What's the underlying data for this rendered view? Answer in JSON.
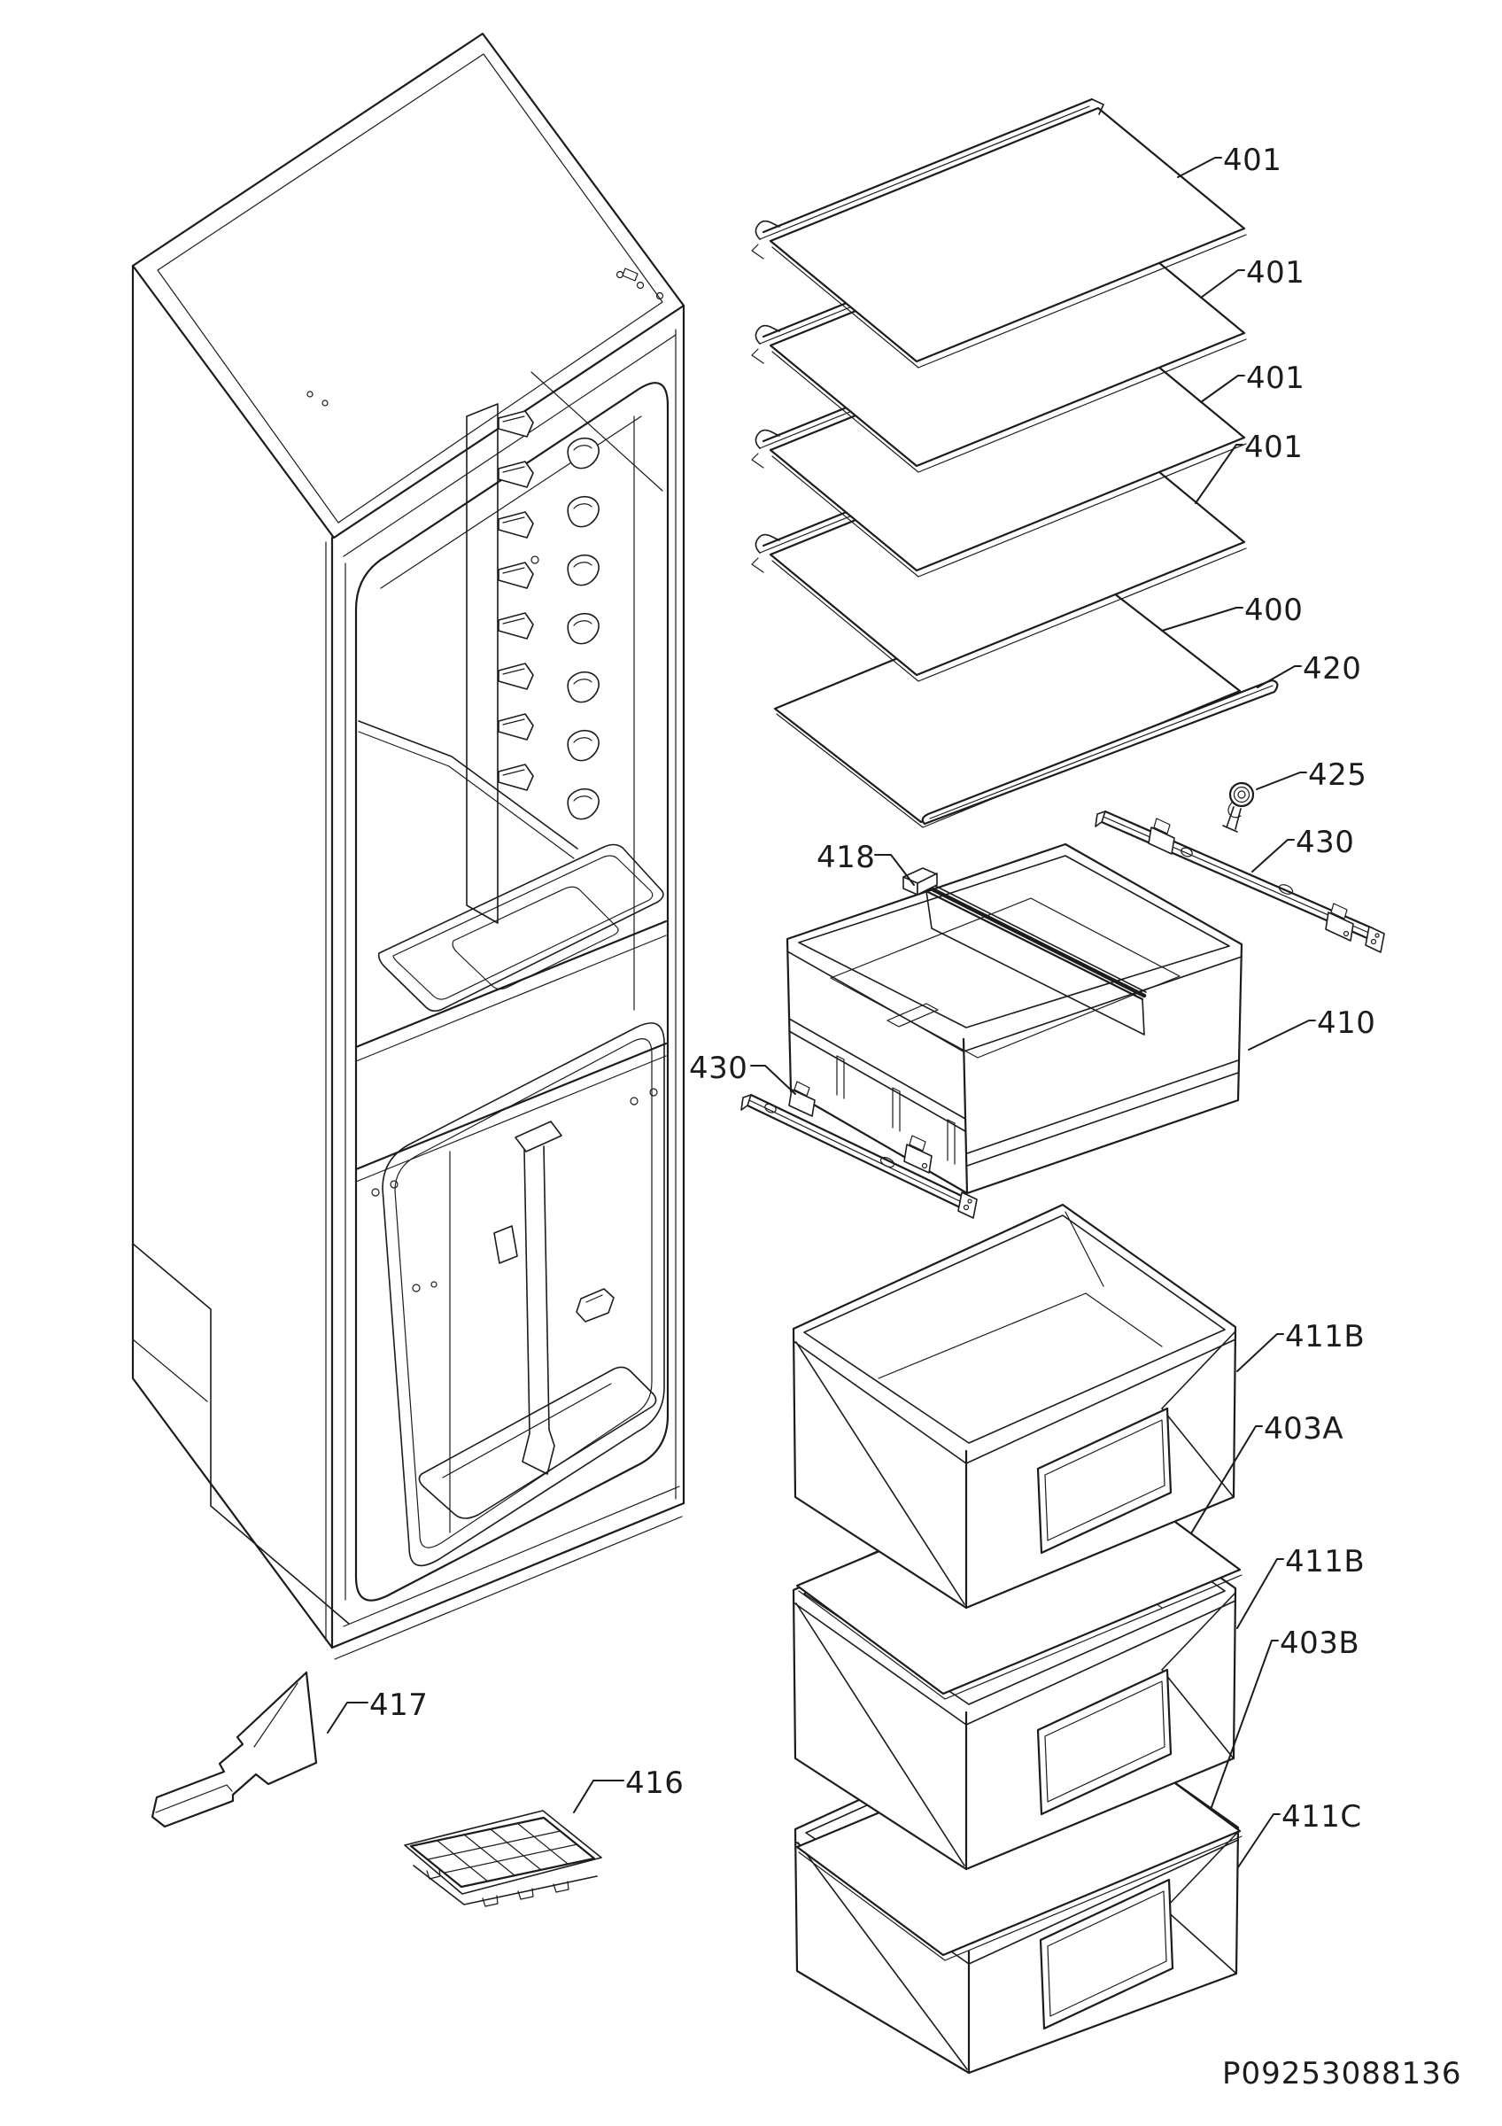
{
  "diagram": {
    "type": "exploded-parts-diagram",
    "subject": "refrigerator-freezer cabinet with shelves, drawers and rails",
    "document_code": "P09253088136",
    "colors": {
      "line": "#1c1c1c",
      "background": "#ffffff"
    },
    "part_labels": [
      {
        "part": "glass-shelf-1",
        "text": "401"
      },
      {
        "part": "glass-shelf-2",
        "text": "401"
      },
      {
        "part": "glass-shelf-3",
        "text": "401"
      },
      {
        "part": "glass-shelf-4",
        "text": "401"
      },
      {
        "part": "crisper-cover-glass",
        "text": "400"
      },
      {
        "part": "shelf-trim-strip",
        "text": "420"
      },
      {
        "part": "fastener",
        "text": "425"
      },
      {
        "part": "telescopic-rail-right",
        "text": "430"
      },
      {
        "part": "divider-clip",
        "text": "418"
      },
      {
        "part": "freezer-drawer-top",
        "text": "410"
      },
      {
        "part": "telescopic-rail-left",
        "text": "430"
      },
      {
        "part": "freezer-drawer-upper",
        "text": "411B"
      },
      {
        "part": "drawer-glass-shelf-a",
        "text": "403A"
      },
      {
        "part": "freezer-drawer-lower",
        "text": "411B"
      },
      {
        "part": "drawer-glass-shelf-b",
        "text": "403B"
      },
      {
        "part": "freezer-drawer-bottom",
        "text": "411C"
      },
      {
        "part": "ice-scraper",
        "text": "417"
      },
      {
        "part": "ice-cube-tray",
        "text": "416"
      }
    ]
  }
}
